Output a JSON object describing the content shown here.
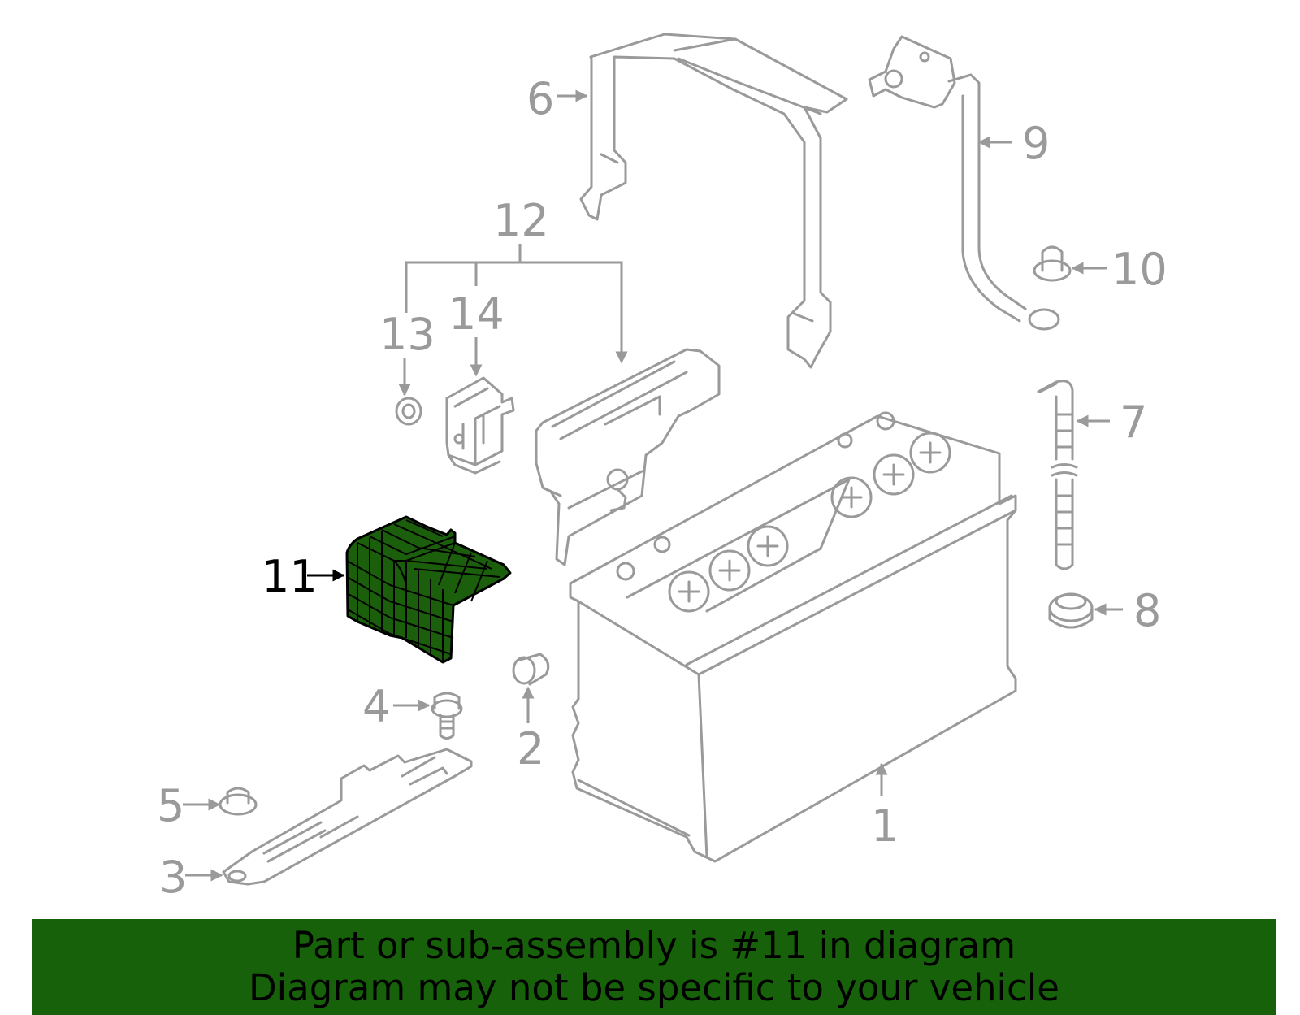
{
  "callouts": {
    "c1": "1",
    "c2": "2",
    "c3": "3",
    "c4": "4",
    "c5": "5",
    "c6": "6",
    "c7": "7",
    "c8": "8",
    "c9": "9",
    "c10": "10",
    "c11": "11",
    "c12": "12",
    "c13": "13",
    "c14": "14"
  },
  "highlighted_part": "11",
  "colors": {
    "highlight": "#1b5e0c",
    "banner": "#166109",
    "line": "#9a9a9a"
  },
  "banner": {
    "line1": "Part or sub-assembly is #11 in diagram",
    "line2": "Diagram may not be specific to your vehicle"
  }
}
